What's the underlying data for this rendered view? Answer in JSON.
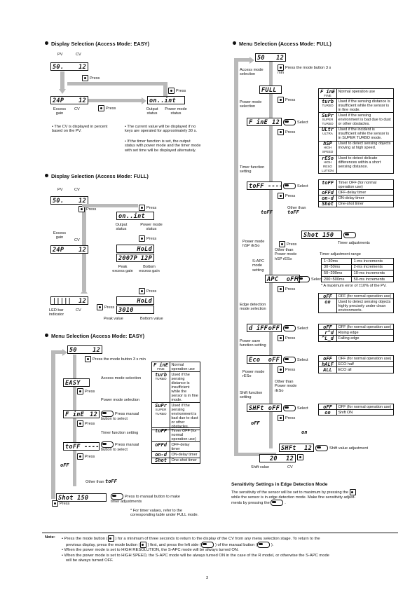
{
  "sec1": {
    "title": "Display Selection (Access Mode: EASY)"
  },
  "sec2": {
    "title": "Display Selection (Access Mode: FULL)"
  },
  "sec3": {
    "title": "Menu Selection (Access Mode: EASY)"
  },
  "sec4": {
    "title": "Menu Selection (Access Mode: FULL)"
  },
  "common": {
    "press": "Press",
    "pv": "PV",
    "cv": "CV",
    "select": "Select",
    "excess_gain": "Excess gain",
    "output_status": "Output status",
    "power_mode_status": "Power mode status",
    "other_than": "Other than",
    "on": "on",
    "off": "oFF"
  },
  "lcd": {
    "pv_cv": "50.",
    "cv12": "12",
    "gain": "24P",
    "onint": "on..int",
    "hold": "HoLd",
    "hold_val": "2007P",
    "hold_cv": "12P",
    "bars": "|||||",
    "peak": "3010",
    "menu50": "50",
    "easy": "EASY",
    "fine": "F inE",
    "full": "FULL",
    "toff": "toFF",
    "toff_dash": "toFF ----",
    "shot150": "Shot  150",
    "apc": "APC",
    "diff": "d iFF",
    "eco": "Eco",
    "shft": "SHFt",
    "shft12": "SHFt",
    "shft20": "20"
  },
  "easy_disp": {
    "cv_note": "• The CV is displayed in percent based on the PV.",
    "current_note": "• The current value will be displayed if no keys are operated for approximately 30 s.",
    "timer_note": "• If the timer function is set, the output status with power mode and the timer mode with set time will be displayed alternately."
  },
  "full_disp": {
    "peak_gain": "Peak excess gain",
    "bottom_gain": "Bottom excess gain",
    "led_bar": "LED bar indicator",
    "peak_value": "Peak value",
    "bottom_value": "Bottom value"
  },
  "menu_easy": {
    "press_mode": "Press the mode button 3 s min",
    "access_mode": "Access mode selection",
    "power_mode": "Power mode selection",
    "press_manual_sel": "Press manual button to select",
    "timer_fn": "Timer function setting",
    "press_manual_timer": "Press to manual button to make timer adjustments",
    "timer_note": "* For timer values, refer to the corresponding table under FULL mode.",
    "power_opts": [
      {
        "k": "F inE",
        "s": "FINE",
        "d": "Normal operation use"
      },
      {
        "k": "turb",
        "s": "TURBO",
        "d": "Used if the sensing distance is insufficient while the sensor is in fine mode."
      },
      {
        "k": "SuPr",
        "s": "SUPER TURBO",
        "d": "Used if the sensing environment is bad due to dust or other obstacles."
      }
    ],
    "timer_opts": [
      {
        "k": "toFF",
        "d": "Timer OFF (for normal operation use)"
      },
      {
        "k": "oFFd",
        "d": "OFF-delay timer"
      },
      {
        "k": "on-d",
        "d": "ON-delay timer"
      },
      {
        "k": "Shot",
        "d": "One-shot timer"
      }
    ]
  },
  "menu_full": {
    "press_mode": "Press the mode button 3 s min",
    "access_mode": "Access mode selection",
    "power_mode": "Power mode selection",
    "timer_fn": "Timer function setting",
    "timer_adj": "Timer adjustments",
    "power_mode_hsp": "Power mode hSP rESo",
    "other_than_pm": "Other than Power mode hSP rESo",
    "sapc": "S-APC mode setting",
    "edge": "Edge detection mode selection",
    "power_save": "Power save function setting",
    "power_mode_reso": "Power mode rESo",
    "other_than_reso": "Other than Power mode rESo",
    "shift_fn": "Shift function setting",
    "shift_adj": "Shift value adjustment",
    "shift_value": "Shift value",
    "timer_range_title": "Timer adjustment range",
    "timer_range": [
      [
        "1~30ms",
        "1-ms increments"
      ],
      [
        "30~50ms",
        "2-ms increments"
      ],
      [
        "50~200ms",
        "10-ms increments"
      ],
      [
        "200~500ms",
        "50-ms increments"
      ]
    ],
    "range_note": "* A maximum error of ±10% of the PV.",
    "power_opts": [
      {
        "k": "F inE",
        "s": "FINE",
        "d": "Normal operation use"
      },
      {
        "k": "turb",
        "s": "TURBO",
        "d": "Used if the sensing distance is insufficient while the sensor is in fine mode."
      },
      {
        "k": "SuPr",
        "s": "SUPER TURBO",
        "d": "Used if the sensing environment is bad due to dust or other obstacles."
      },
      {
        "k": "ULtr",
        "s": "ULTRA",
        "d": "Used if the incident is insufficient while the sensor is in SUPER TURBO mode."
      },
      {
        "k": "hSP",
        "s": "HIGH SPEED",
        "d": "Used to detect sensing objects moving at high speed."
      },
      {
        "k": "rESo",
        "s": "HIGH RESO LUTION",
        "d": "Used to detect delicate differences within a short sensing distance."
      }
    ],
    "timer_opts": [
      {
        "k": "toFF",
        "d": "Timer OFF (for normal operation use)"
      },
      {
        "k": "oFFd",
        "d": "OFF-delay timer"
      },
      {
        "k": "on-d",
        "d": "ON-delay timer"
      },
      {
        "k": "Shot",
        "d": "One-shot timer"
      }
    ],
    "apc_opts": [
      {
        "k": "oFF",
        "d": "OFF (for normal operation use)"
      },
      {
        "k": "on",
        "d": "Used to detect sensing objects highly precisely under clean environments."
      }
    ],
    "edge_opts": [
      {
        "k": "oFF",
        "d": "OFF (for normal operation use)"
      },
      {
        "k": "_r^d",
        "d": "Rising edge"
      },
      {
        "k": "^L_d",
        "d": "Falling edge"
      }
    ],
    "eco_opts": [
      {
        "k": "oFF",
        "d": "OFF (for normal operation use)"
      },
      {
        "k": "hALF",
        "d": "ECO half"
      },
      {
        "k": "ALL",
        "d": "ECO all"
      }
    ],
    "shift_opts": [
      {
        "k": "oFF",
        "d": "OFF (for normal operation use)"
      },
      {
        "k": "on",
        "d": "Shift ON"
      }
    ]
  },
  "sens": {
    "title": "Sensitivity Settings in Edge Detection Mode",
    "body1": "The sensitivity of the sensor will be set to maximum by pressing the",
    "body2": "while the sensor is in edge detection mode. Make fine sensitivity adjust-",
    "body3": "ments by pressing the"
  },
  "note": {
    "label": "Note:",
    "l1a": "• Press the mode button (",
    "l1b": ") for a minimum of three seconds to return to the display of the CV from any menu selection stage. To return to the",
    "l2a": "previous display, press the mode button (",
    "l2b": ") first, and press the left side (",
    "l2c": ") of the manual button (",
    "l2d": ").",
    "l3": "• When the power mode is set to HIGH RESOLUTION, the S-APC mode will be always turned ON.",
    "l4": "• When the power mode is set to HIGH SPEED, the S-APC mode will be always turned ON in the case of the R model, or otherwise the S-APC mode",
    "l5": "will be always turned OFF."
  },
  "page_number": "3"
}
